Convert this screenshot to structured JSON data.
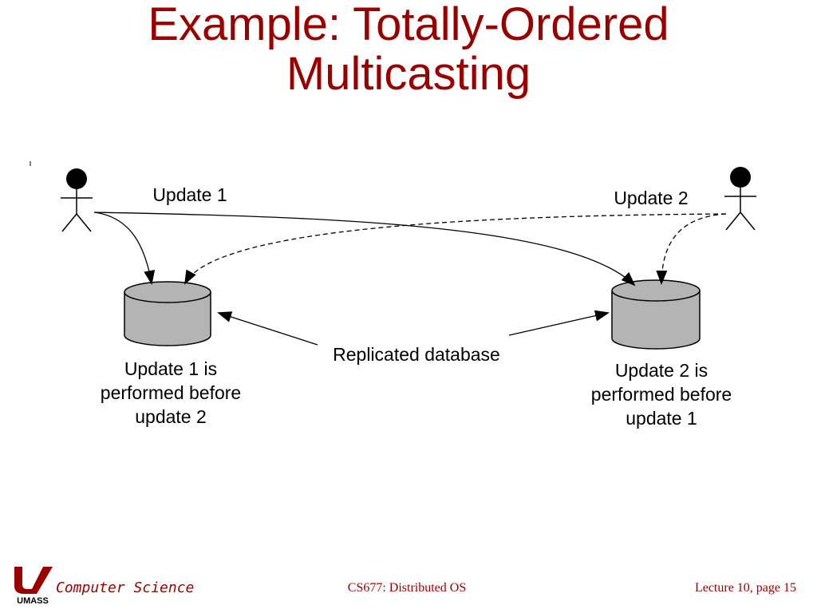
{
  "slide": {
    "title_line1": "Example: Totally-Ordered",
    "title_line2": "Multicasting"
  },
  "diagram": {
    "update1_label": "Update 1",
    "update2_label": "Update 2",
    "replicated_label": "Replicated database",
    "left_db_caption": [
      "Update 1 is",
      "performed before",
      "update 2"
    ],
    "right_db_caption": [
      "Update 2 is",
      "performed before",
      "update 1"
    ],
    "colors": {
      "database_fill": "#b4b4b4",
      "stroke": "#000000"
    },
    "icons": [
      "person-icon",
      "database-icon"
    ]
  },
  "footer": {
    "logo_text": "UMASS",
    "department": "Computer Science",
    "course": "CS677: Distributed OS",
    "page": "Lecture 10, page 15"
  },
  "colors": {
    "title": "#990000",
    "footer": "#990000"
  }
}
